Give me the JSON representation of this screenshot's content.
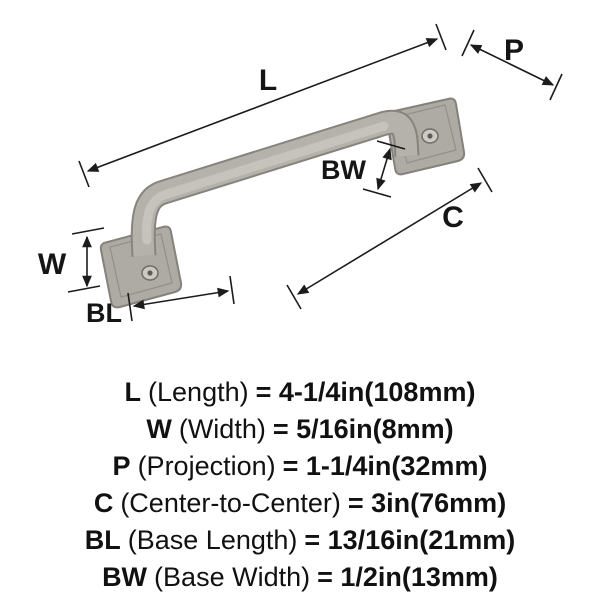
{
  "title": "Cabinet pull dimension diagram",
  "colors": {
    "metal": "#b5b1ab",
    "metal_dark": "#8d8983",
    "metal_light": "#c6c3bd",
    "plate": "#aeaaa4",
    "dimension_line": "#1c1c1c",
    "background": "#ffffff"
  },
  "diagram": {
    "labels": {
      "L": "L",
      "P": "P",
      "BW": "BW",
      "C": "C",
      "W": "W",
      "BL": "BL"
    }
  },
  "specs": [
    {
      "symbol": "L",
      "name": "(Length)",
      "value": "= 4-1/4in(108mm)"
    },
    {
      "symbol": "W",
      "name": "(Width)",
      "value": "= 5/16in(8mm)"
    },
    {
      "symbol": "P",
      "name": "(Projection)",
      "value": "= 1-1/4in(32mm)"
    },
    {
      "symbol": "C",
      "name": "(Center-to-Center)",
      "value": "= 3in(76mm)"
    },
    {
      "symbol": "BL",
      "name": "(Base Length)",
      "value": "= 13/16in(21mm)"
    },
    {
      "symbol": "BW",
      "name": "(Base Width)",
      "value": "= 1/2in(13mm)"
    }
  ]
}
